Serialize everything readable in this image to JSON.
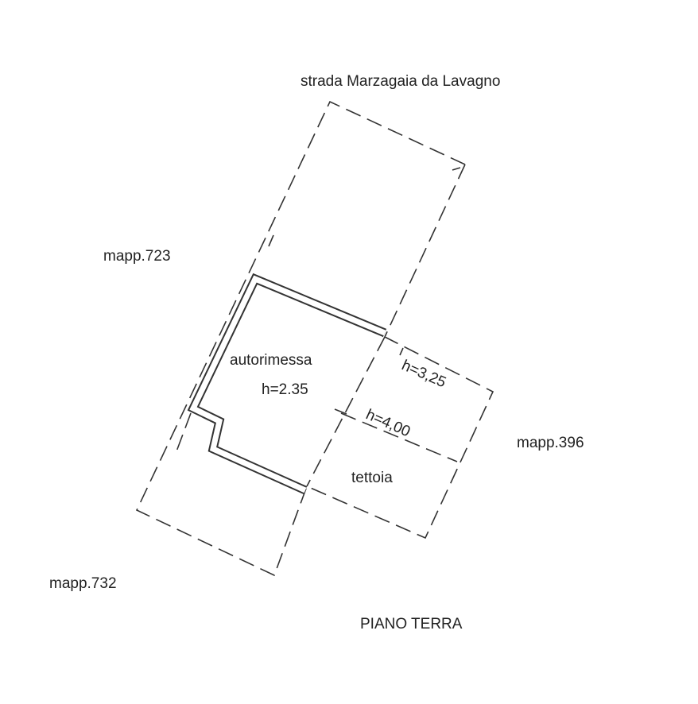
{
  "labels": {
    "street": "strada Marzagaia da Lavagno",
    "parcel_north_west": "mapp.723",
    "parcel_east": "mapp.396",
    "parcel_south_west": "mapp.732",
    "garage_name": "autorimessa",
    "garage_height": "h=2.35",
    "shed_name": "tettoia",
    "shed_height_upper": "h=3,25",
    "shed_height_lower": "h=4,00",
    "floor_title": "PIANO TERRA"
  }
}
